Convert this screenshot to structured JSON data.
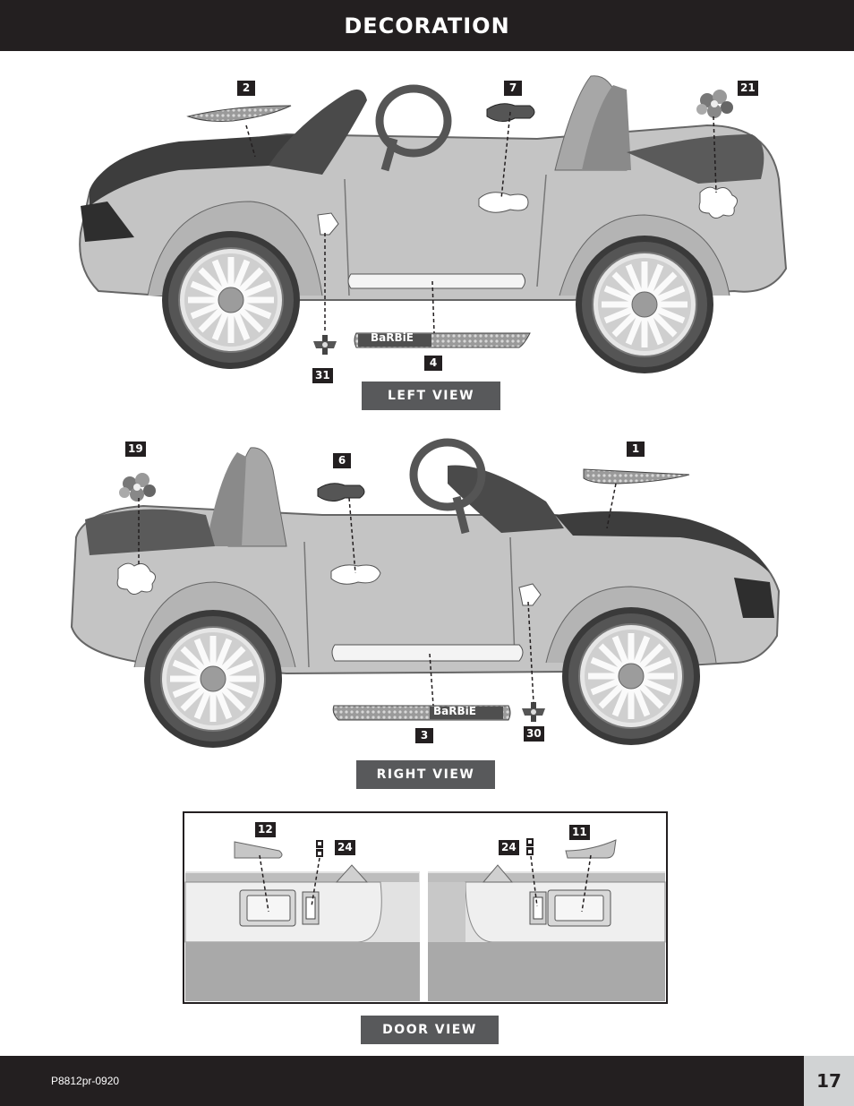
{
  "header": {
    "title": "DECORATION"
  },
  "left_view": {
    "label": "LEFT VIEW",
    "callouts": {
      "c2": "2",
      "c7": "7",
      "c21": "21",
      "c4": "4",
      "c31": "31"
    },
    "decal_text": "BaRBiE"
  },
  "right_view": {
    "label": "RIGHT VIEW",
    "callouts": {
      "c19": "19",
      "c6": "6",
      "c1": "1",
      "c3": "3",
      "c30": "30"
    },
    "decal_text": "BaRBiE"
  },
  "door_view": {
    "label": "DOOR VIEW",
    "callouts": {
      "c12": "12",
      "c24a": "24",
      "c24b": "24",
      "c11": "11"
    }
  },
  "footer": {
    "code": "P8812pr-0920",
    "page": "17"
  },
  "colors": {
    "dark": "#231f20",
    "label_gray": "#58595b",
    "page_box": "#d1d3d4"
  }
}
